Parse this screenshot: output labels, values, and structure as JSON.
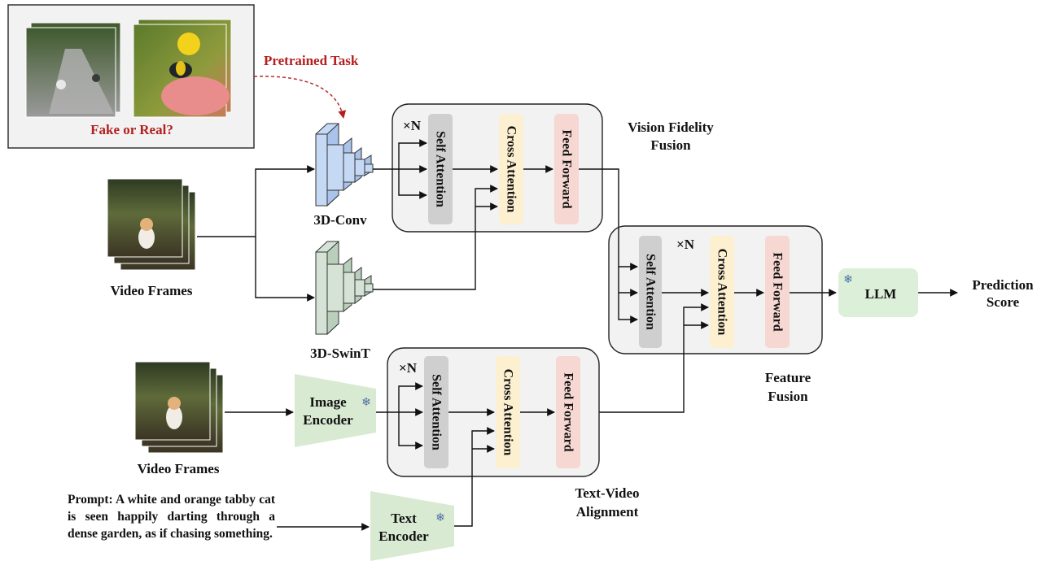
{
  "pretrain": {
    "task_label": "Pretrained Task",
    "question": "Fake or Real?"
  },
  "inputs": {
    "video_frames_top": "Video Frames",
    "video_frames_bottom": "Video Frames"
  },
  "backbones": {
    "conv": "3D-Conv",
    "swin": "3D-SwinT"
  },
  "encoders": {
    "image": [
      "Image",
      "Encoder"
    ],
    "text": [
      "Text",
      "Encoder"
    ]
  },
  "blocks": {
    "repeat": "×N",
    "self_attention": "Self Attention",
    "cross_attention": "Cross Attention",
    "feed_forward": "Feed Forward"
  },
  "modules": {
    "vision": [
      "Vision Fidelity",
      "Fusion"
    ],
    "feature": [
      "Feature",
      "Fusion"
    ],
    "text_video": [
      "Text-Video",
      "Alignment"
    ]
  },
  "llm": "LLM",
  "output": [
    "Prediction",
    "Score"
  ],
  "prompt": "Prompt: A white and orange tabby cat is seen happily darting through a dense garden, as if chasing something.",
  "colors": {
    "self_attention": "#cfcfcf",
    "cross_attention": "#fdf0d0",
    "feed_forward": "#f6d7d2",
    "module_bg": "#f2f2f2",
    "llm": "#dcefd8",
    "encoder": "#d9ead3",
    "conv_blue": "#c5d8f4",
    "swin_green": "#d5e2d6",
    "accent_red": "#b41e1e"
  },
  "icons": [
    "snowflake-icon"
  ]
}
